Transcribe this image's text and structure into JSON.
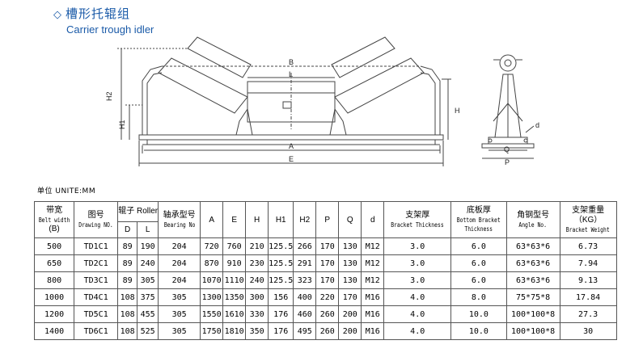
{
  "title": {
    "cn": "槽形托辊组",
    "en": "Carrier trough idler",
    "bullet": "◇"
  },
  "drawing": {
    "labels": {
      "B": "B",
      "L": "L",
      "H2": "H2",
      "H1": "H1",
      "H": "H",
      "A": "A",
      "E": "E",
      "d": "d",
      "Q": "Q",
      "P": "P"
    }
  },
  "unit_text": "单位 UNITE:MM",
  "table": {
    "headers": {
      "belt_width": {
        "cn": "带宽",
        "en": "Belt width",
        "sub": "(B)"
      },
      "drawing_no": {
        "cn": "图号",
        "en": "Drawing NO."
      },
      "roller": {
        "cn": "辊子 Roller",
        "D": "D",
        "L": "L"
      },
      "bearing": {
        "cn": "轴承型号",
        "en": "Bearing No"
      },
      "A": "A",
      "E": "E",
      "H": "H",
      "H1": "H1",
      "H2": "H2",
      "P": "P",
      "Q": "Q",
      "d": "d",
      "bracket_thickness": {
        "cn": "支架厚",
        "en": "Bracket Thickness"
      },
      "bottom_bracket": {
        "cn": "底板厚",
        "en": "Bottom Bracket",
        "en2": "Thickness"
      },
      "angle": {
        "cn": "角钢型号",
        "en": "Angle No."
      },
      "weight": {
        "cn": "支架重量（KG）",
        "en": "Bracket Weight"
      }
    },
    "rows": [
      [
        "500",
        "TD1C1",
        "89",
        "190",
        "204",
        "720",
        "760",
        "210",
        "125.5",
        "266",
        "170",
        "130",
        "M12",
        "3.0",
        "6.0",
        "63*63*6",
        "6.73"
      ],
      [
        "650",
        "TD2C1",
        "89",
        "240",
        "204",
        "870",
        "910",
        "230",
        "125.5",
        "291",
        "170",
        "130",
        "M12",
        "3.0",
        "6.0",
        "63*63*6",
        "7.94"
      ],
      [
        "800",
        "TD3C1",
        "89",
        "305",
        "204",
        "1070",
        "1110",
        "240",
        "125.5",
        "323",
        "170",
        "130",
        "M12",
        "3.0",
        "6.0",
        "63*63*6",
        "9.13"
      ],
      [
        "1000",
        "TD4C1",
        "108",
        "375",
        "305",
        "1300",
        "1350",
        "300",
        "156",
        "400",
        "220",
        "170",
        "M16",
        "4.0",
        "8.0",
        "75*75*8",
        "17.84"
      ],
      [
        "1200",
        "TD5C1",
        "108",
        "455",
        "305",
        "1550",
        "1610",
        "330",
        "176",
        "460",
        "260",
        "200",
        "M16",
        "4.0",
        "10.0",
        "100*100*8",
        "27.3"
      ],
      [
        "1400",
        "TD6C1",
        "108",
        "525",
        "305",
        "1750",
        "1810",
        "350",
        "176",
        "495",
        "260",
        "200",
        "M16",
        "4.0",
        "10.0",
        "100*100*8",
        "30"
      ]
    ]
  }
}
